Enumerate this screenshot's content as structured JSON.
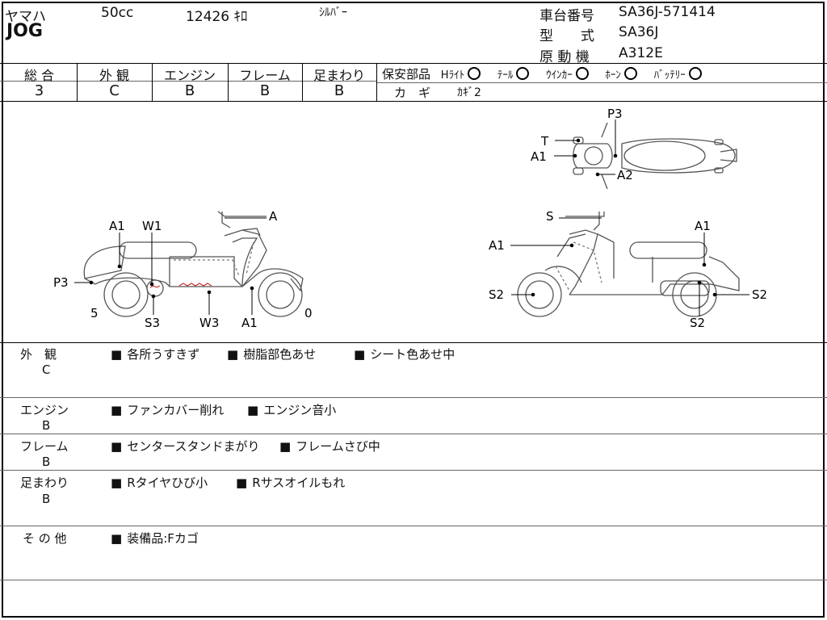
{
  "header": {
    "maker": "ヤマハ",
    "displacement": "50cc",
    "mileage": "12426 ｷﾛ",
    "color": "ｼﾙﾊﾞｰ",
    "model_name": "JOG",
    "frame_no_label": "車台番号",
    "frame_no": "SA36J-571414",
    "type_label": "型　　式",
    "type": "SA36J",
    "engine_label": "原 動 機",
    "engine": "A312E"
  },
  "grades": [
    {
      "label": "総 合",
      "value": "3"
    },
    {
      "label": "外 観",
      "value": "C"
    },
    {
      "label": "エンジン",
      "value": "B"
    },
    {
      "label": "フレーム",
      "value": "B"
    },
    {
      "label": "足まわり",
      "value": "B"
    }
  ],
  "safety": {
    "title": "保安部品",
    "items": [
      "Hﾗｲﾄ",
      "ﾃｰﾙ",
      "ｳｲﾝｶｰ",
      "ﾎｰﾝ",
      "ﾊﾞｯﾃﾘｰ"
    ],
    "key_label": "カ　ギ",
    "key_value": "ｶｷﾞ2"
  },
  "diagram": {
    "left_labels": {
      "a": "A",
      "a1_top": "A1",
      "w1": "W1",
      "p3": "P3",
      "five": "5",
      "s3": "S3",
      "w3": "W3",
      "a1_bottom": "A1",
      "zero": "0"
    },
    "right_labels": {
      "s": "S",
      "a1_left": "A1",
      "a1_right": "A1",
      "s2_left": "S2",
      "s2_right": "S2",
      "s2_bottom": "S2"
    },
    "top_labels": {
      "p3": "P3",
      "t": "T",
      "a1": "A1",
      "a2": "A2"
    }
  },
  "sections": [
    {
      "label": "外　観",
      "grade": "C",
      "notes": [
        "各所うすきず",
        "樹脂部色あせ",
        "シート色あせ中"
      ]
    },
    {
      "label": "エンジン",
      "grade": "B",
      "notes": [
        "ファンカバー削れ",
        "エンジン音小"
      ]
    },
    {
      "label": "フレーム",
      "grade": "B",
      "notes": [
        "センタースタンドまがり",
        "フレームさび中"
      ]
    },
    {
      "label": "足まわり",
      "grade": "B",
      "notes": [
        "Rタイヤひび小",
        "Rサスオイルもれ"
      ]
    },
    {
      "label": "そ の 他",
      "grade": "",
      "notes": [
        "装備品:Fカゴ"
      ]
    }
  ]
}
